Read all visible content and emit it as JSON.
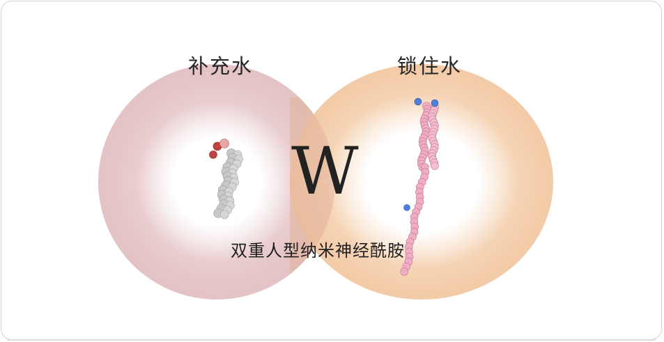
{
  "diagram": {
    "left_label": "补充水",
    "right_label": "锁住水",
    "center_letter": "W",
    "subtitle": "双重人型纳米神经酰胺"
  },
  "colors": {
    "left_circle": "#dfbcbe",
    "right_circle": "#f2c6a1",
    "left_molecule": "#c8c8c8",
    "left_molecule_accent": "#c0433f",
    "right_molecule": "#efaec4",
    "right_molecule_accent": "#4f7fd8"
  },
  "icons": {
    "left_molecule": "space-filling-molecule-gray",
    "right_molecule": "space-filling-molecule-pink"
  }
}
